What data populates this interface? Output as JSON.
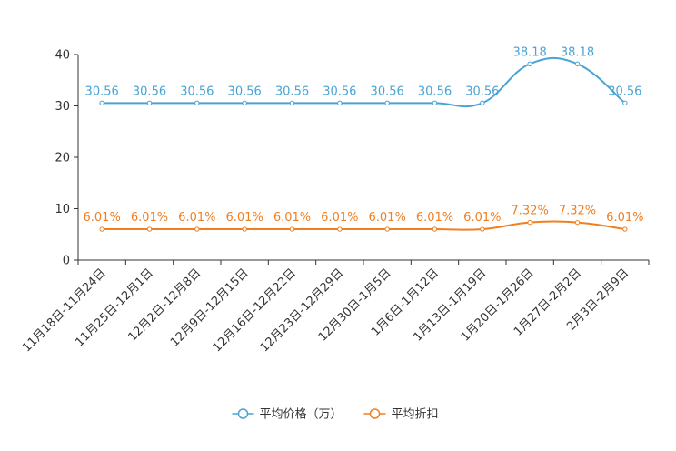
{
  "chart_data": {
    "type": "line",
    "categories": [
      "11月18日-11月24日",
      "11月25日-12月1日",
      "12月2日-12月8日",
      "12月9日-12月15日",
      "12月16日-12月22日",
      "12月23日-12月29日",
      "12月30日-1月5日",
      "1月6日-1月12日",
      "1月13日-1月19日",
      "1月20日-1月26日",
      "1月27日-2月2日",
      "2月3日-2月9日"
    ],
    "ylim": [
      0,
      40
    ],
    "yticks": [
      0,
      10,
      20,
      30,
      40
    ],
    "grid": false,
    "legend_position": "bottom",
    "series": [
      {
        "name": "平均价格（万）",
        "color": "#4ba3d3",
        "values": [
          30.56,
          30.56,
          30.56,
          30.56,
          30.56,
          30.56,
          30.56,
          30.56,
          30.56,
          38.18,
          38.18,
          30.56
        ],
        "labels": [
          "30.56",
          "30.56",
          "30.56",
          "30.56",
          "30.56",
          "30.56",
          "30.56",
          "30.56",
          "30.56",
          "38.18",
          "38.18",
          "30.56"
        ]
      },
      {
        "name": "平均折扣",
        "color": "#f07f22",
        "values": [
          6.01,
          6.01,
          6.01,
          6.01,
          6.01,
          6.01,
          6.01,
          6.01,
          6.01,
          7.32,
          7.32,
          6.01
        ],
        "labels": [
          "6.01%",
          "6.01%",
          "6.01%",
          "6.01%",
          "6.01%",
          "6.01%",
          "6.01%",
          "6.01%",
          "6.01%",
          "7.32%",
          "7.32%",
          "6.01%"
        ]
      }
    ]
  }
}
